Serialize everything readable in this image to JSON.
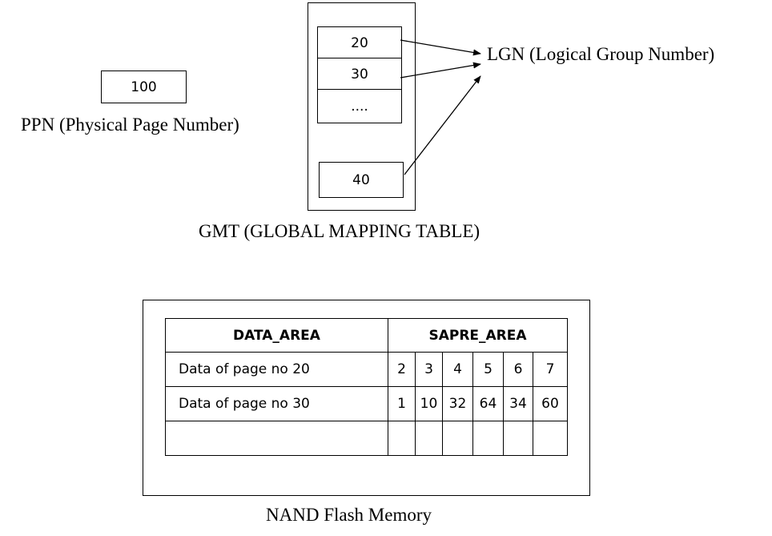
{
  "ppn": {
    "value": "100",
    "label": "PPN (Physical Page Number)"
  },
  "gmt": {
    "entries": [
      "20",
      "30",
      "...."
    ],
    "last_entry": "40",
    "label": "GMT (GLOBAL MAPPING TABLE)"
  },
  "lgn": {
    "label": "LGN (Logical Group Number)"
  },
  "nand": {
    "label": "NAND Flash Memory",
    "headers": [
      "DATA_AREA",
      "SAPRE_AREA"
    ],
    "rows": [
      {
        "data": "Data of page no 20",
        "spare": [
          "2",
          "3",
          "4",
          "5",
          "6",
          "7"
        ]
      },
      {
        "data": "Data of page no 30",
        "spare": [
          "1",
          "10",
          "32",
          "64",
          "34",
          "60"
        ]
      },
      {
        "data": "",
        "spare": [
          "",
          "",
          "",
          "",
          "",
          ""
        ]
      }
    ]
  }
}
